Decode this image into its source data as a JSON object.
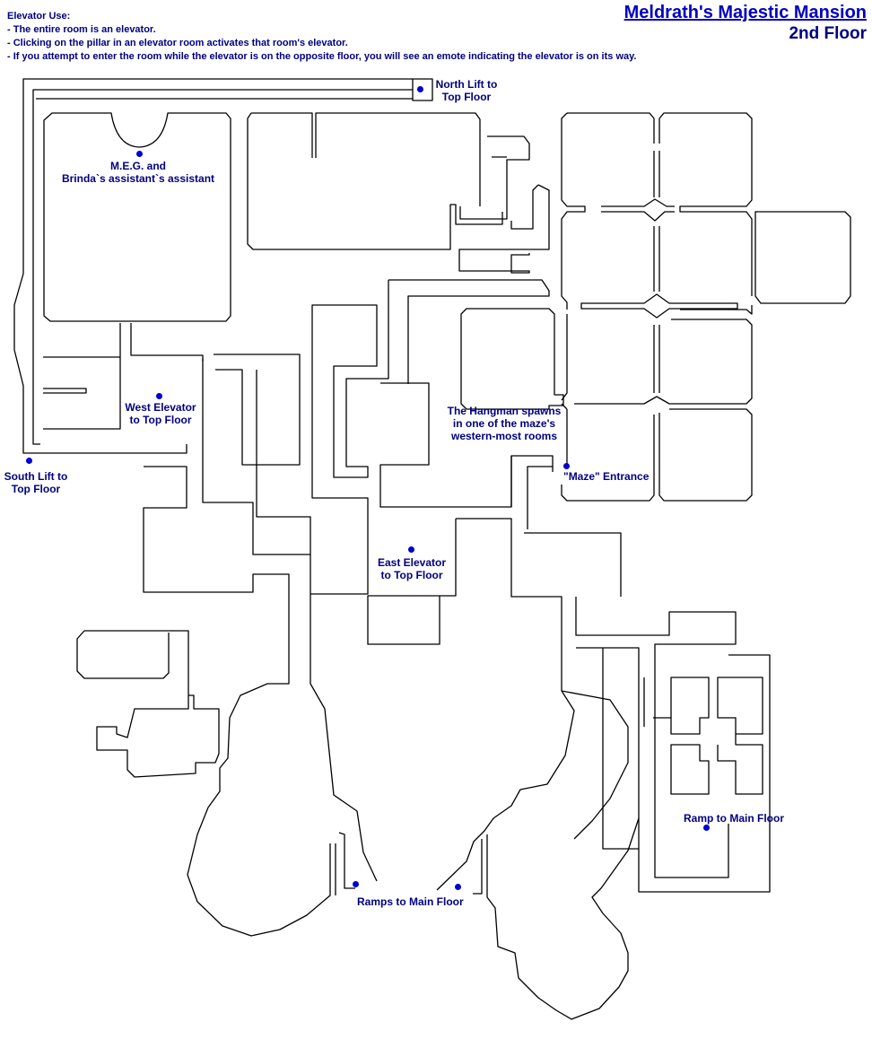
{
  "notes": {
    "heading": "Elevator Use:",
    "lines": [
      "- The entire room is an elevator.",
      "- Clicking on the pillar in an elevator room activates that room's elevator.",
      "- If you attempt to enter the room while the elevator is on the opposite floor, you will see an emote indicating the elevator is on its way."
    ]
  },
  "title": {
    "main": "Meldrath's Majestic Mansion",
    "floor": "2nd Floor"
  },
  "labels": {
    "north_lift": [
      "North Lift to",
      "Top Floor"
    ],
    "meg": [
      "M.E.G. and",
      "Brinda`s assistant`s assistant"
    ],
    "west_elevator": [
      "West Elevator",
      "to Top Floor"
    ],
    "south_lift": [
      "South Lift to",
      "Top Floor"
    ],
    "hangman": [
      "The Hangman spawns",
      "in one of the maze's",
      "western-most rooms"
    ],
    "maze_entrance": "\"Maze\" Entrance",
    "east_elevator": [
      "East Elevator",
      "to Top Floor"
    ],
    "ramp_main": "Ramp to Main Floor",
    "ramps_main": "Ramps to Main Floor"
  },
  "colors": {
    "wall": "#000000",
    "label": "#000080",
    "title": "#0000c0",
    "marker": "#0000cc"
  }
}
